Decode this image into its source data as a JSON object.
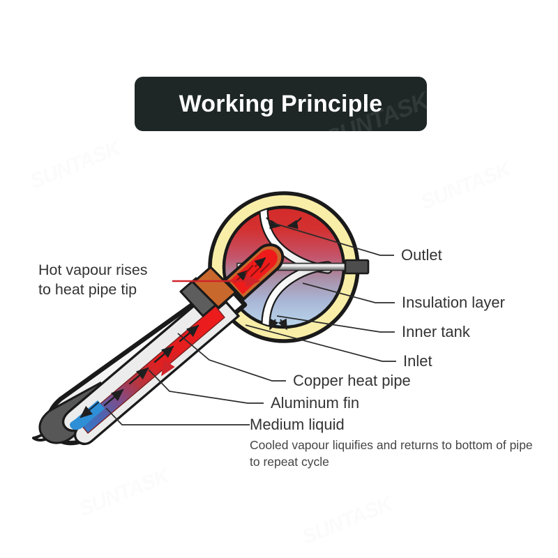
{
  "banner": {
    "title": "Working Principle",
    "watermark": "SUNTASK",
    "background_color": "#1e2626",
    "text_color": "#ffffff"
  },
  "watermark_text": "SUNTASK",
  "diagram": {
    "type": "cross-section-illustration",
    "subject": "Heat pipe evacuated tube solar water heater",
    "background_color": "#ffffff",
    "colors": {
      "insulation": "#f9eea8",
      "outline": "#1a1a1a",
      "tank_hot": "#d42b2b",
      "tank_mid": "#a98da4",
      "tank_cold": "#b9d6ec",
      "pipe_white": "#f2f2f2",
      "copper_block": "#c9682c",
      "heat_pipe_hot": "#e81c1c",
      "heat_pipe_cold": "#2f7fd0",
      "fin_grey": "#e8e8e8",
      "dark_grey": "#565656",
      "arrow_red": "#d1242a",
      "leader_line": "#2b2b2b"
    }
  },
  "labels": {
    "hot_vapour": {
      "line1": "Hot vapour rises",
      "line2": "to heat pipe tip"
    },
    "outlet": "Outlet",
    "insulation_layer": "Insulation layer",
    "inner_tank": "Inner tank",
    "inlet": "Inlet",
    "copper_heat_pipe": "Copper heat pipe",
    "aluminum_fin": "Aluminum fin",
    "medium_liquid": "Medium liquid"
  },
  "caption": "Cooled vapour liquifies and returns to bottom of pipe to repeat cycle"
}
